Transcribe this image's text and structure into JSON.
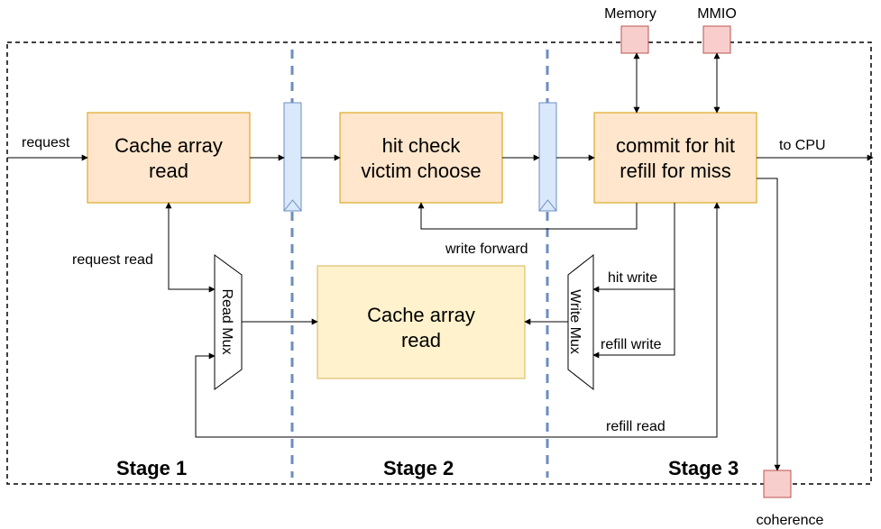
{
  "blocks": {
    "cache_read_1": [
      "Cache array",
      "read"
    ],
    "hit_check": [
      "hit check",
      "victim choose"
    ],
    "commit": [
      "commit for hit",
      "refill for miss"
    ],
    "cache_read_2": [
      "Cache array",
      "read"
    ]
  },
  "ports": {
    "memory": "Memory",
    "mmio": "MMIO",
    "coherence": "coherence"
  },
  "labels": {
    "request": "request",
    "to_cpu": "to CPU",
    "request_read": "request read",
    "write_forward": "write forward",
    "hit_write": "hit write",
    "refill_write": "refill write",
    "refill_read": "refill read"
  },
  "muxes": {
    "read_mux": "Read Mux",
    "write_mux": "Write Mux"
  },
  "stages": {
    "stage1": "Stage 1",
    "stage2": "Stage 2",
    "stage3": "Stage 3"
  },
  "colors": {
    "orange_fill": "#ffe6cc",
    "orange_stroke": "#d79b00",
    "yellow_fill": "#fff2cc",
    "yellow_stroke": "#d6b656",
    "register_fill": "#dae8fc",
    "register_stroke": "#6c8ebf",
    "port_fill": "#f8cecc",
    "port_stroke": "#b85450",
    "stage_divider": "#6c8ebf"
  }
}
